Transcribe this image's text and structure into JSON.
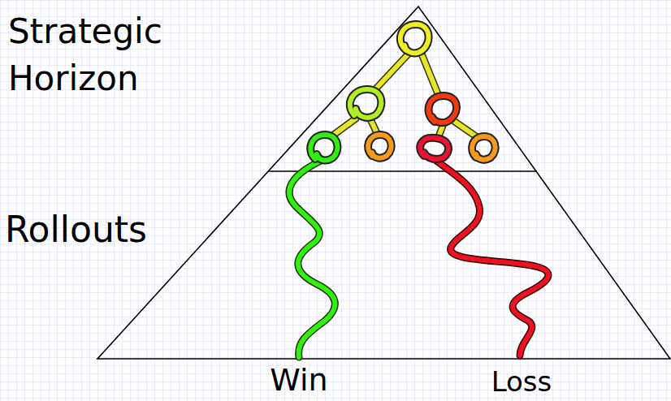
{
  "diagram": {
    "labels": [
      "Strategic Horizon",
      "Rollouts",
      "Win",
      "Loss"
    ]
  }
}
